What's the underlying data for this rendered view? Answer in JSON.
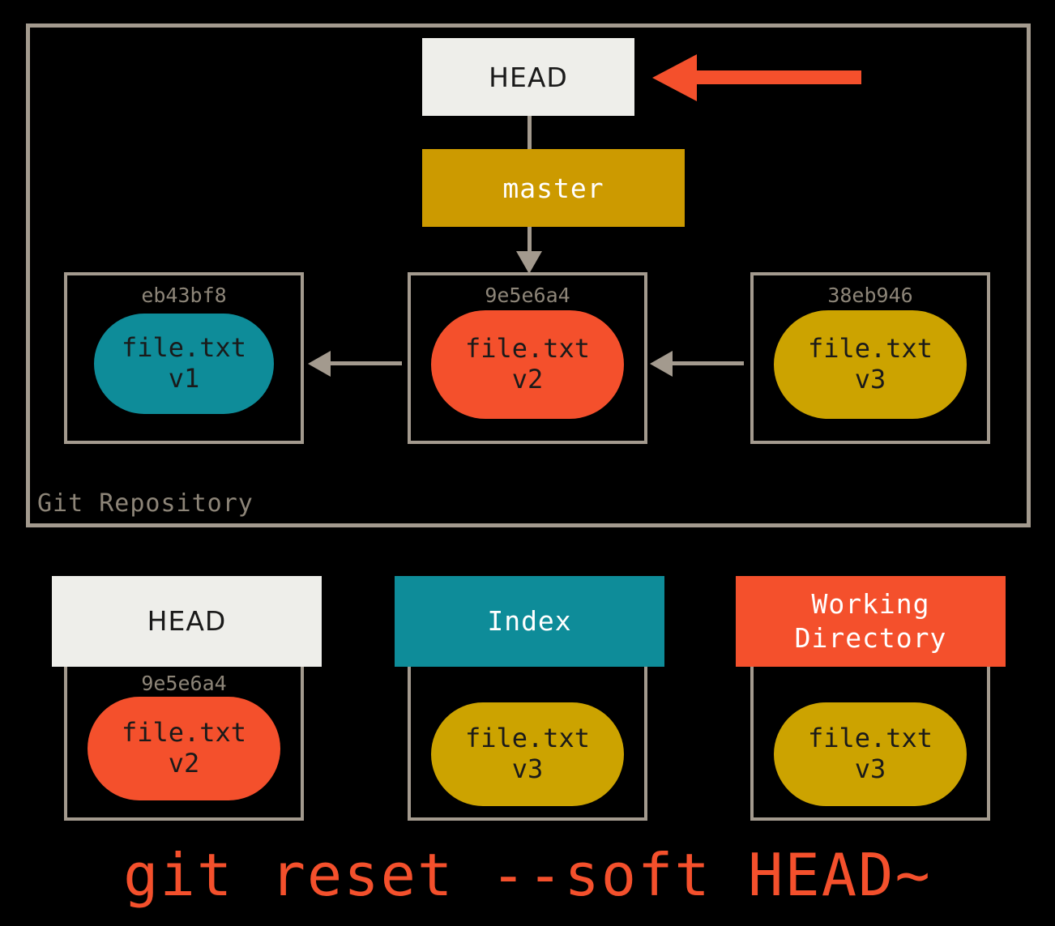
{
  "diagram": {
    "command_caption": "git reset --soft HEAD~",
    "colors": {
      "background": "#000000",
      "frame_grey": "#a39a8e",
      "label_grey": "#8d8578",
      "cream": "#eeeeea",
      "gold_branch": "#cc9a00",
      "gold_blob": "#cca300",
      "teal": "#0e8c99",
      "red_orange": "#f4502c"
    },
    "repository": {
      "label": "Git Repository",
      "head_pointer": {
        "label": "HEAD"
      },
      "branch": {
        "label": "master"
      },
      "reset_arrow": {
        "icon": "left-arrow-icon",
        "color": "#f4502c"
      },
      "commits": [
        {
          "hash": "eb43bf8",
          "file": "file.txt",
          "version": "v1",
          "blob_color": "#0e8c99"
        },
        {
          "hash": "9e5e6a4",
          "file": "file.txt",
          "version": "v2",
          "blob_color": "#f4502c"
        },
        {
          "hash": "38eb946",
          "file": "file.txt",
          "version": "v3",
          "blob_color": "#cca300"
        }
      ],
      "commit_links": [
        {
          "icon": "left-arrow-icon",
          "from": "9e5e6a4",
          "to": "eb43bf8"
        },
        {
          "icon": "left-arrow-icon",
          "from": "38eb946",
          "to": "9e5e6a4"
        }
      ],
      "branch_link": {
        "icon": "down-arrow-icon",
        "from": "master",
        "to": "9e5e6a4"
      }
    },
    "trees": [
      {
        "title": "HEAD",
        "title_color": "#1a1a1a",
        "header_color": "#eeeeea",
        "hash": "9e5e6a4",
        "file": "file.txt",
        "version": "v2",
        "blob_color": "#f4502c"
      },
      {
        "title": "Index",
        "title_color": "#ffffff",
        "header_color": "#0e8c99",
        "hash": "",
        "file": "file.txt",
        "version": "v3",
        "blob_color": "#cca300"
      },
      {
        "title_line1": "Working",
        "title_line2": "Directory",
        "title_color": "#ffffff",
        "header_color": "#f4502c",
        "hash": "",
        "file": "file.txt",
        "version": "v3",
        "blob_color": "#cca300"
      }
    ]
  }
}
